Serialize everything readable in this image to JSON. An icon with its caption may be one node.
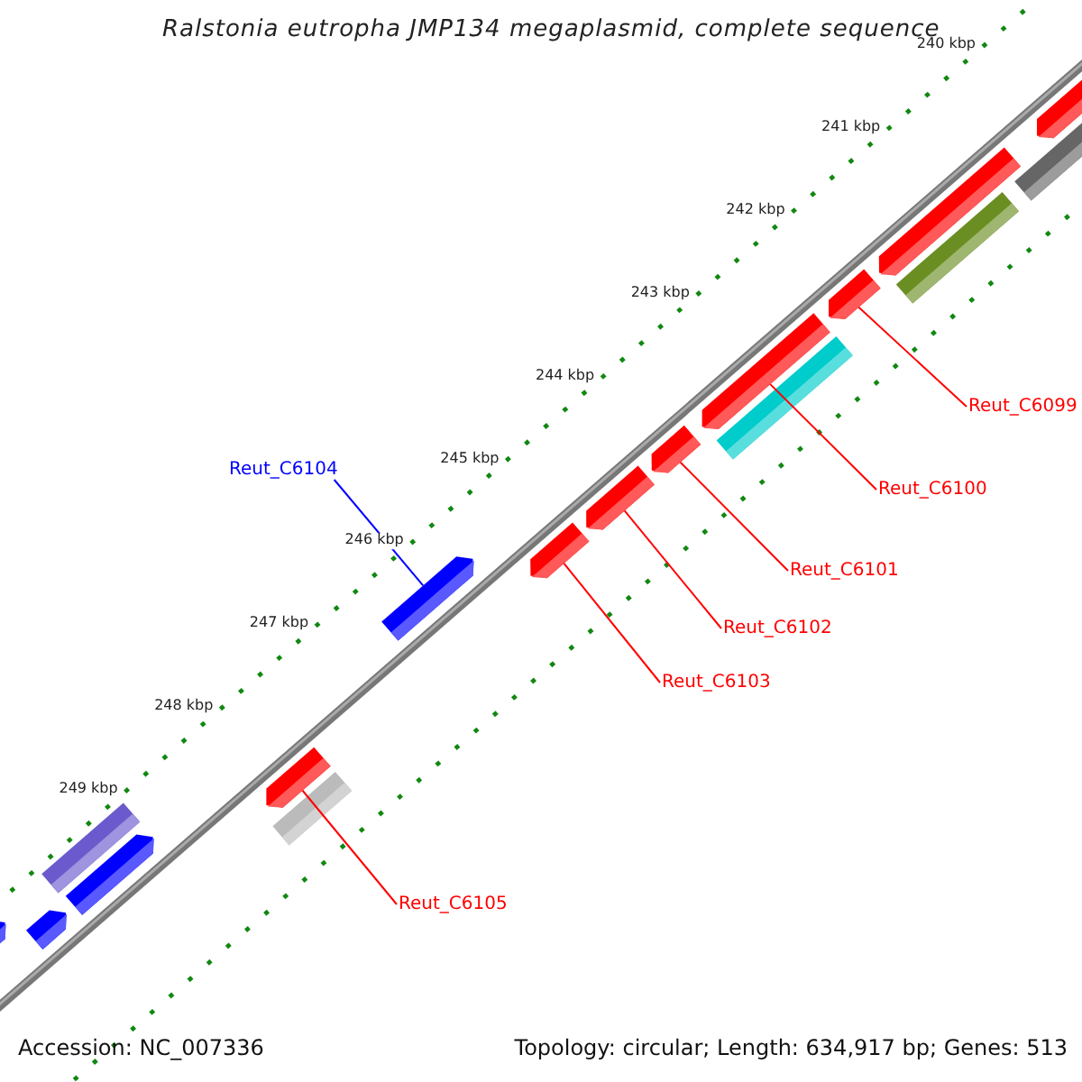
{
  "diagram": {
    "title": "Ralstonia eutropha JMP134 megaplasmid, complete sequence",
    "nodes": [
      {
        "text": [
          "Reut_C6099"
        ]
      },
      {
        "text": [
          "Reut_C6104"
        ]
      },
      {
        "text": [
          "Reut_C6100"
        ]
      },
      {
        "text": [
          "Reut_C6101"
        ]
      },
      {
        "text": [
          "Reut_C6102"
        ]
      },
      {
        "text": [
          "Reut_C6103"
        ]
      },
      {
        "text": [
          "Reut_C6105"
        ]
      },
      {
        "text": [],
        "shape": "bar"
      },
      {
        "text": [],
        "shape": "bar"
      },
      {
        "text": [],
        "shape": "bar"
      },
      {
        "text": [],
        "shape": "bar"
      },
      {
        "text": [],
        "shape": "bar"
      },
      {
        "text": [],
        "shape": "bar"
      },
      {
        "text": [],
        "shape": "bar"
      },
      {
        "text": [],
        "shape": "bar"
      },
      {
        "text": [],
        "shape": "bar"
      },
      {
        "text": [],
        "shape": "bar"
      },
      {
        "text": [],
        "shape": "bar"
      },
      {
        "text": [],
        "shape": "bar"
      },
      {
        "text": [],
        "shape": "bar"
      },
      {
        "text": [],
        "shape": "bar"
      },
      {
        "text": [],
        "shape": "bar"
      },
      {
        "text": [],
        "shape": "bar"
      },
      {
        "text": [],
        "shape": "bar"
      }
    ],
    "edges": [
      {
        "from": 0,
        "to": 11,
        "arrow": "none"
      },
      {
        "from": 1,
        "to": 17,
        "arrow": "none",
        "color": "#0000ff"
      },
      {
        "from": 2,
        "to": 12,
        "arrow": "none"
      },
      {
        "from": 3,
        "to": 14,
        "arrow": "none"
      },
      {
        "from": 4,
        "to": 15,
        "arrow": "none"
      },
      {
        "from": 5,
        "to": 16,
        "arrow": "none"
      },
      {
        "from": 6,
        "to": 18,
        "arrow": "none"
      }
    ],
    "labels": [
      "240 kbp",
      "241 kbp",
      "242 kbp",
      "243 kbp",
      "244 kbp",
      "245 kbp",
      "246 kbp",
      "247 kbp",
      "248 kbp",
      "249 kbp",
      "Accession: NC_007336",
      "Topology: circular; Length: 634,917 bp; Genes: 513"
    ]
  }
}
